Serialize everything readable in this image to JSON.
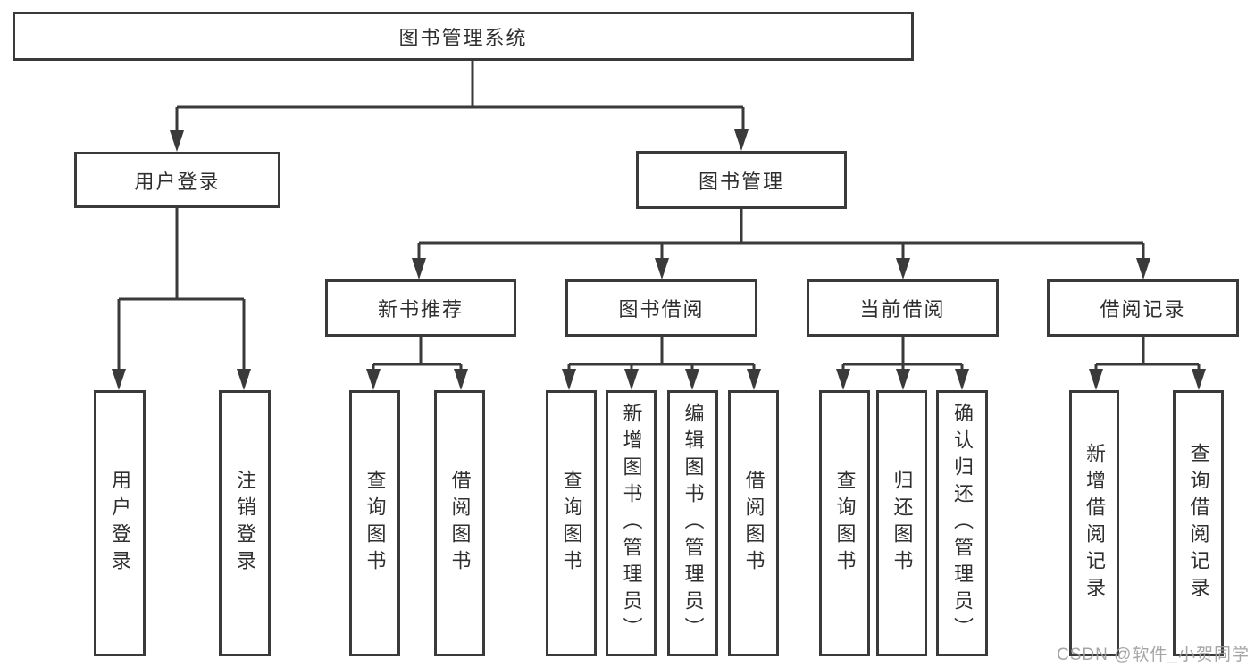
{
  "diagram": {
    "title": "图书管理系统",
    "level2": {
      "user_login": "用户登录",
      "book_mgmt": "图书管理"
    },
    "level3": {
      "new_books": "新书推荐",
      "book_borrow": "图书借阅",
      "current_borrow": "当前借阅",
      "borrow_records": "借阅记录"
    },
    "leaves": {
      "user_login": [
        "用户登录",
        "注销登录"
      ],
      "new_books": [
        "查询图书",
        "借阅图书"
      ],
      "book_borrow": [
        "查询图书",
        "新增图书（管理员）",
        "编辑图书（管理员）",
        "借阅图书"
      ],
      "current_borrow": [
        "查询图书",
        "归还图书",
        "确认归还（管理员）"
      ],
      "borrow_records": [
        "新增借阅记录",
        "查询借阅记录"
      ]
    }
  },
  "watermark": "CSDN @软件_小贺同学",
  "colors": {
    "line": "#3a3a3a",
    "text": "#2f2f2f",
    "background": "#ffffff",
    "watermark": "#9c9c9c"
  }
}
